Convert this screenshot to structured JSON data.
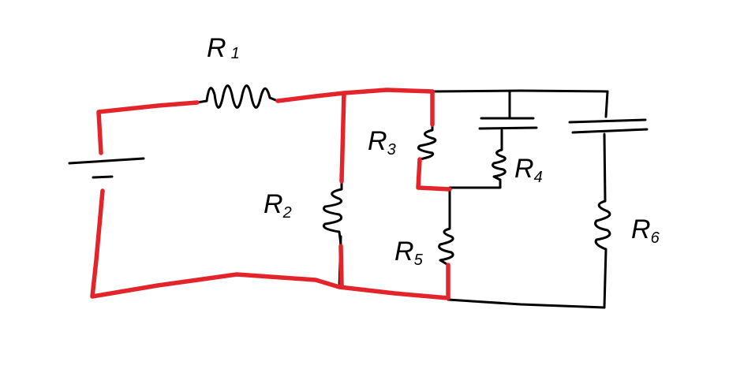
{
  "diagram": {
    "type": "hand-drawn circuit",
    "highlight_color": "#e3242b",
    "wire_color": "#000000",
    "labels": {
      "r1": {
        "main": "R",
        "sub": "1"
      },
      "r2": {
        "main": "R",
        "sub": "2"
      },
      "r3": {
        "main": "R",
        "sub": "3"
      },
      "r4": {
        "main": "R",
        "sub": "4"
      },
      "r5": {
        "main": "R",
        "sub": "5"
      },
      "r6": {
        "main": "R",
        "sub": "6"
      }
    }
  }
}
